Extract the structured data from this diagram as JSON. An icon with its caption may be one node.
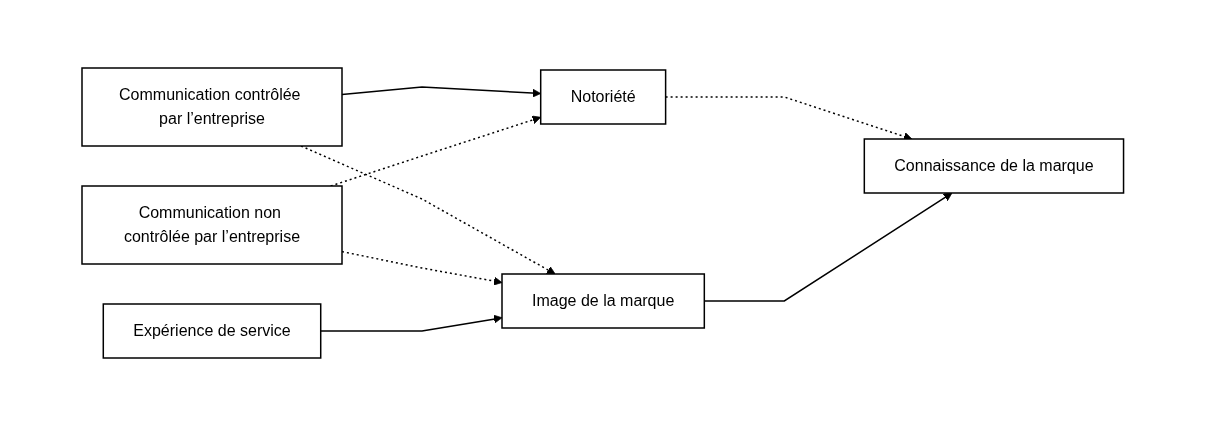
{
  "diagram": {
    "nodes": [
      {
        "text": [
          "Communication contrôlée par l’entreprise"
        ]
      },
      {
        "text": [
          "Communication non contrôlée par l’entreprise"
        ]
      },
      {
        "text": [
          "Expérience de service"
        ]
      },
      {
        "text": [
          "Notoriété"
        ]
      },
      {
        "text": [
          "Image de la marque"
        ]
      },
      {
        "text": [
          "Connaissance de la marque"
        ]
      }
    ],
    "edges": [
      {
        "from": 0,
        "to": 3,
        "arrow": "to"
      },
      {
        "from": 0,
        "to": 4,
        "arrow": "to",
        "style": "dashed"
      },
      {
        "from": 1,
        "to": 3,
        "arrow": "to",
        "style": "dashed"
      },
      {
        "from": 1,
        "to": 4,
        "arrow": "to",
        "style": "dashed"
      },
      {
        "from": 2,
        "to": 4,
        "arrow": "to"
      },
      {
        "from": 3,
        "to": 5,
        "arrow": "to",
        "style": "dashed"
      },
      {
        "from": 4,
        "to": 5,
        "arrow": "to"
      }
    ]
  }
}
